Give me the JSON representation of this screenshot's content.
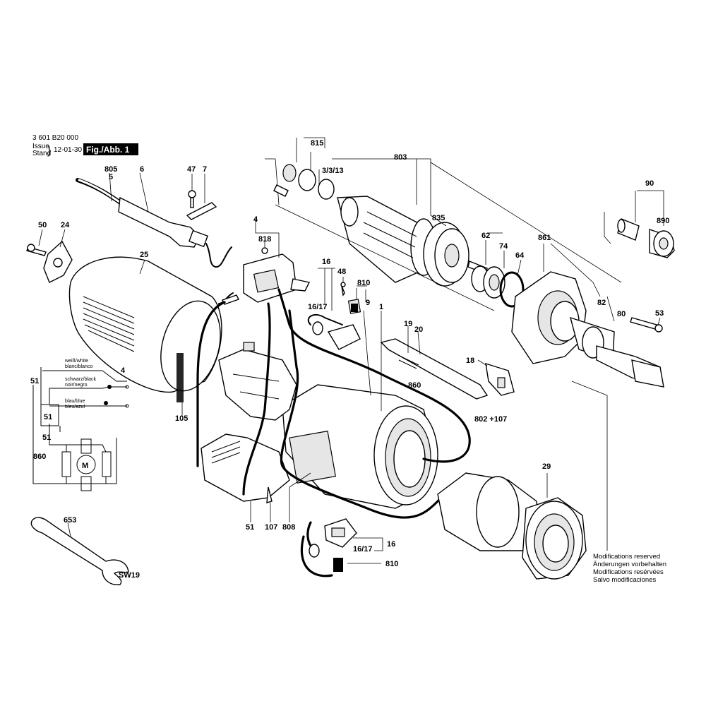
{
  "header": {
    "part_number": "3 601 B20 000",
    "issue_label": "Issue",
    "stand_label": "Stand",
    "date": "12-01-30",
    "figure_label": "Fig./Abb. 1"
  },
  "notes": {
    "line1": "Modifications reserved",
    "line2": "Änderungen vorbehalten",
    "line3": "Modifications resérvées",
    "line4": "Salvo modificaciones"
  },
  "wiring": {
    "white": "weiß/white",
    "white2": "blanc/blanco",
    "black": "schwarz/black",
    "black2": "noir/negro",
    "blue": "blau/blue",
    "blue2": "bleu/azul",
    "motor": "M"
  },
  "labels": {
    "p815": "815",
    "p803": "803",
    "p3313": "3/3/13",
    "p835": "835",
    "p805": "805",
    "p5": "5",
    "p6": "6",
    "p47": "47",
    "p7": "7",
    "p90": "90",
    "p890": "890",
    "p861": "861",
    "p62": "62",
    "p74": "74",
    "p64": "64",
    "p82": "82",
    "p80": "80",
    "p53": "53",
    "p50": "50",
    "p24": "24",
    "p25": "25",
    "p4": "4",
    "p818": "818",
    "p16": "16",
    "p48": "48",
    "p810": "810",
    "p9": "9",
    "p1617": "16/17",
    "p1": "1",
    "p19": "19",
    "p20": "20",
    "p18": "18",
    "p860": "860",
    "p802": "802 +107",
    "p105": "105",
    "p51": "51",
    "p4w": "4",
    "p51w": "51",
    "p51b": "51",
    "p860w": "860",
    "p29": "29",
    "p653": "653",
    "psw19": "SW19",
    "p51c": "51",
    "p107": "107",
    "p808": "808",
    "p16b": "16",
    "p1617b": "16/17",
    "p810b": "810"
  }
}
